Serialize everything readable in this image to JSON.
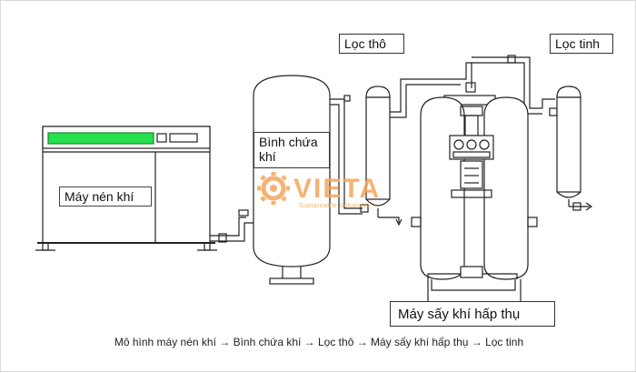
{
  "labels": {
    "compressor": "Máy nén khí",
    "tank": "Bình chứa khí",
    "coarse_filter": "Lọc thô",
    "fine_filter": "Lọc tinh",
    "dryer": "Máy sấy khí hấp thụ"
  },
  "caption": "Mô hình máy nén khí → Bình chứa khí → Lọc thô → Máy sấy khí hấp thụ → Lọc tinh",
  "watermark": {
    "brand": "VIETA",
    "tagline": "Sustainable Solutions"
  },
  "colors": {
    "compressor_panel": "#27e04f",
    "watermark": "#f5a55a",
    "line": "#222222"
  }
}
